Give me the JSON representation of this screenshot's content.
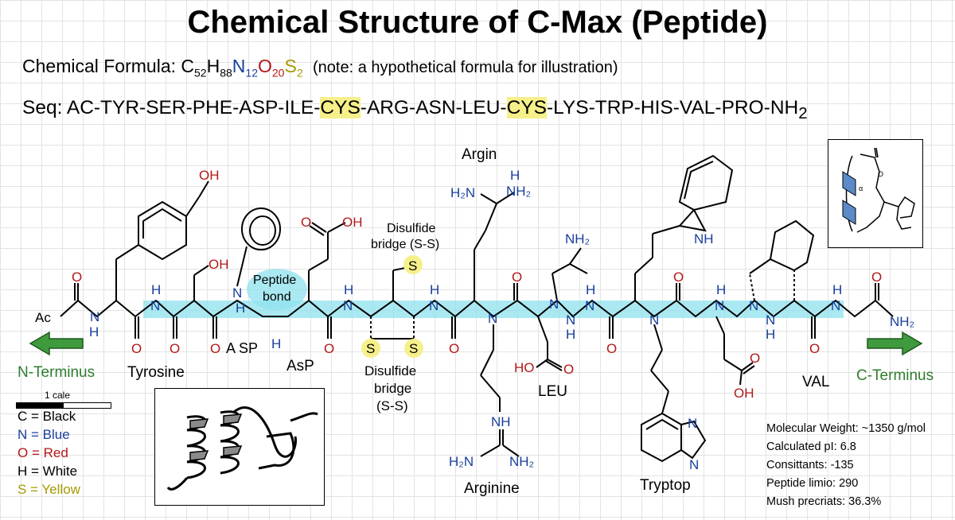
{
  "title": "Chemical Structure of C-Max (Peptide)",
  "formula": {
    "prefix": "Chemical Formula: ",
    "parts": [
      {
        "el": "C",
        "n": "52",
        "cls": "k"
      },
      {
        "el": "H",
        "n": "88",
        "cls": "k"
      },
      {
        "el": "N",
        "n": "12",
        "cls": "n"
      },
      {
        "el": "O",
        "n": "20",
        "cls": "o"
      },
      {
        "el": "S",
        "n": "2",
        "cls": "s"
      }
    ],
    "note": "(note: a hypothetical formula for illustration)"
  },
  "sequence": {
    "prefix": "Seq: ",
    "parts": [
      {
        "t": "AC-TYR-SER-PHE-ASP-ILE-",
        "hl": false
      },
      {
        "t": "CYS",
        "hl": true
      },
      {
        "t": "-ARG-ASN-LEU-",
        "hl": false
      },
      {
        "t": "CYS",
        "hl": true
      },
      {
        "t": "-LYS-TRP-HIS-VAL-PRO-NH",
        "hl": false
      }
    ],
    "suffix_sub": "2"
  },
  "labels": {
    "ac": "Ac",
    "n_terminus": "N-Terminus",
    "c_terminus": "C-Terminus",
    "tyrosine": "Tyrosine",
    "asp_small": "A SP",
    "asp": "AsP",
    "peptide_bond": [
      "Peptide",
      "bond"
    ],
    "disulfide_top": [
      "Disulfide",
      "bridge (S-S)"
    ],
    "disulfide_bottom": [
      "Disulfide",
      "bridge",
      "(S-S)"
    ],
    "argin": "Argin",
    "arginine": "Arginine",
    "leu": "LEU",
    "tryptop": "Tryptop",
    "val": "VAL",
    "scale": "1 cale"
  },
  "atoms": {
    "oh": "OH",
    "h2n": "H₂N",
    "nh2": "NH₂",
    "nh": "NH",
    "ho": "HO",
    "o": "O",
    "n": "N",
    "h": "H",
    "s": "S"
  },
  "legend": [
    {
      "text": "C = Black",
      "color": "#000000"
    },
    {
      "text": "N = Blue",
      "color": "#1a3e9c"
    },
    {
      "text": "O = Red",
      "color": "#b41818"
    },
    {
      "text": "H = White",
      "color": "#000000"
    },
    {
      "text": "S = Yellow",
      "color": "#a69a00"
    }
  ],
  "properties": [
    "Molecular Weight: ~1350 g/mol",
    "Calculated pI: 6.8",
    "Consittants: -135",
    "Peptide limio: 290",
    "Mush precriats: 36.3%"
  ],
  "thumb_text": {
    "o": "O",
    "a": "α"
  },
  "colors": {
    "nitrogen": "#1a3e9c",
    "oxygen": "#b41818",
    "sulfur": "#a69a00",
    "highlight": "#8fe2ee",
    "arrow": "#3f9a3d",
    "sulfur_bg": "#f5f08a"
  }
}
